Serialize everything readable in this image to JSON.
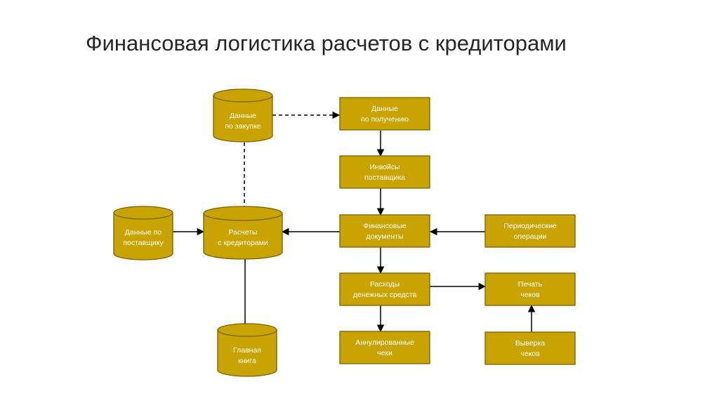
{
  "title": "Финансовая логистика расчетов с кредиторами",
  "colors": {
    "node_fill": "#C9A400",
    "node_stroke": "#7A6200",
    "connector": "#000000",
    "text": "#ffffff"
  },
  "nodes": {
    "purchase_data": {
      "line1": "Данные",
      "line2": "по закупке"
    },
    "receipt_data": {
      "line1": "Данные",
      "line2": "по получению"
    },
    "supplier_invoices": {
      "line1": "Инвойсы",
      "line2": "поставщика"
    },
    "supplier_data": {
      "line1": "Данные по",
      "line2": "поставщику"
    },
    "creditor_settlements": {
      "line1": "Расчеты",
      "line2": "с кредиторами"
    },
    "financial_documents": {
      "line1": "Финансовые",
      "line2": "документы"
    },
    "periodic_operations": {
      "line1": "Периодические",
      "line2": "операции"
    },
    "cash_expenses": {
      "line1": "Расходы",
      "line2": "денежных средств"
    },
    "check_printing": {
      "line1": "Печать",
      "line2": "чеков"
    },
    "general_ledger": {
      "line1": "Главная",
      "line2": "книга"
    },
    "voided_checks": {
      "line1": "Аннулированные",
      "line2": "чеки"
    },
    "check_reconciliation": {
      "line1": "Выверка",
      "line2": "чеков"
    }
  }
}
